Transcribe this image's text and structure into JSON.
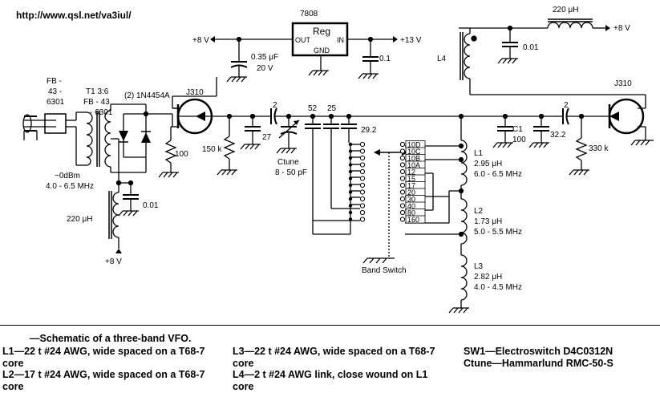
{
  "url": "http://www.qsl.net/va3iul/",
  "labels": {
    "reg_part": "7808",
    "reg_name": "Reg",
    "reg_out": "OUT",
    "reg_in": "IN",
    "reg_gnd": "GND",
    "v8_left": "+8 V",
    "v13": "+13 V",
    "cap_035": "0.35 μF",
    "cap_035_v": "20 V",
    "cap_01_reg": "0.1",
    "l_220_top": "220 μH",
    "v8_right": "+8 V",
    "cap_001_top": "0.01",
    "l4": "L4",
    "j310_left": "J310",
    "j310_right": "J310",
    "fb_1": "FB -",
    "fb_2": "43 -",
    "fb_3": "6301",
    "t1_1": "T1 3:6",
    "t1_2": "FB - 43",
    "t1_3": "- 6301",
    "diodes": "(2) 1N4454A",
    "r100": "100",
    "r150k": "150 k",
    "c2_left": "2",
    "c27": "27",
    "c52": "52",
    "c25": "25",
    "c29": "29.2",
    "ctune_1": "Ctune",
    "ctune_2": "8 - 50 pF",
    "dbm": "~0dBm",
    "freq_in": "4.0 - 6.5 MHz",
    "l220_left": "220 μH",
    "c001_left": "0.01",
    "v8_bottom": "+8 V",
    "bands": [
      "10D",
      "10C",
      "10B",
      "10A",
      "12",
      "15",
      "17",
      "20",
      "30",
      "40",
      "80",
      "160"
    ],
    "band_switch": "Band Switch",
    "l1": "L1",
    "l1_val": "2.95 μH",
    "l1_freq": "6.0 - 6.5 MHz",
    "l2": "L2",
    "l2_val": "1.73 μH",
    "l2_freq": "5.0 - 5.5 MHz",
    "l3": "L3",
    "l3_val": "2.82 μH",
    "l3_freq": "4.0 - 4.5 MHz",
    "c1": "C1",
    "c1_val": "100",
    "c2_right": "2",
    "c32": "32.2",
    "r330k": "330 k"
  },
  "caption": {
    "title": "—Schematic of a three-band VFO.",
    "l1_1": "L1—22 t #24 AWG, wide spaced on a T68-7",
    "l1_2": "core",
    "l2_1": "L2—17 t #24 AWG, wide spaced on a T68-7",
    "l2_2": "core",
    "l3_1": "L3—22 t #24 AWG, wide spaced on a T68-7",
    "l3_2": "core",
    "l4_1": "L4—2 t #24 AWG link, close wound on L1",
    "l4_2": "core",
    "sw1": "SW1—Electroswitch D4C0312N",
    "ctune": "Ctune—Hammarlund RMC-50-S"
  }
}
